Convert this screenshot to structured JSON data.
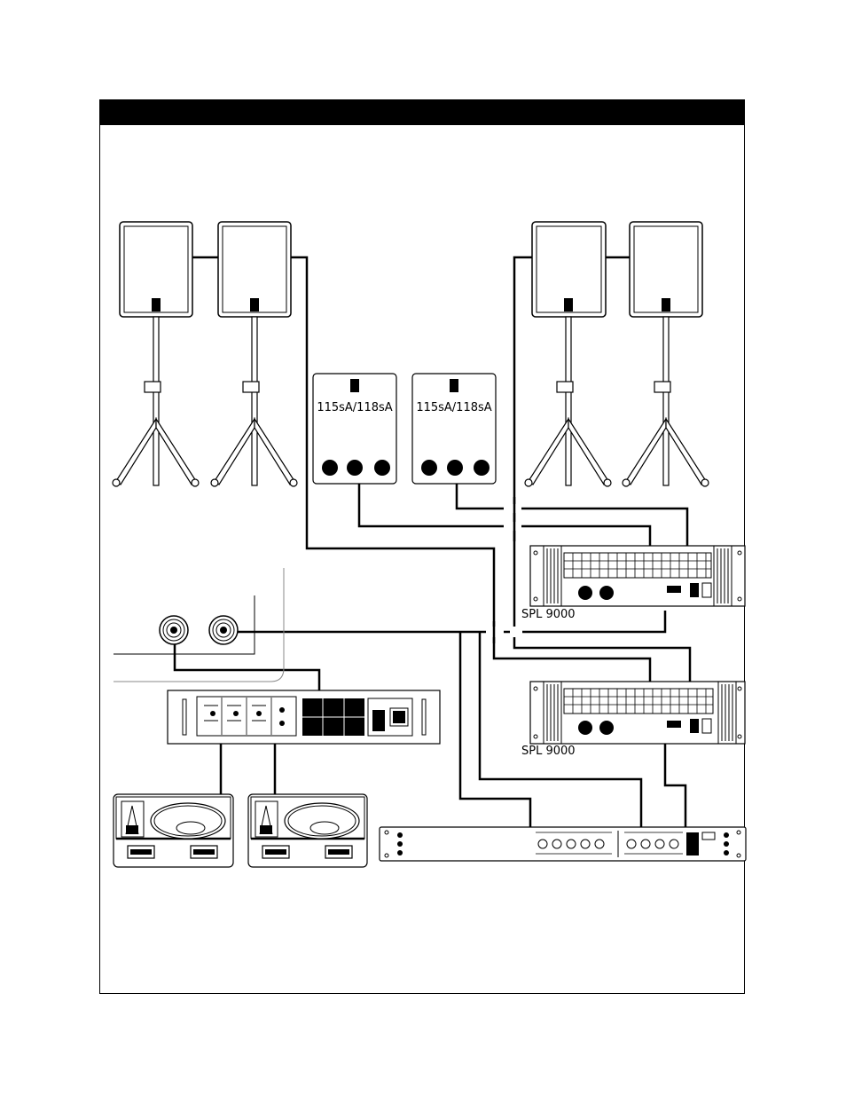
{
  "diagram": {
    "subwoofer_label_left": "115sA/118sA",
    "subwoofer_label_right": "115sA/118sA",
    "amp_top_label": "SPL 9000",
    "amp_bottom_label": "SPL 9000"
  },
  "colors": {
    "line": "#000000",
    "fill": "#ffffff",
    "grey": "#888888"
  }
}
